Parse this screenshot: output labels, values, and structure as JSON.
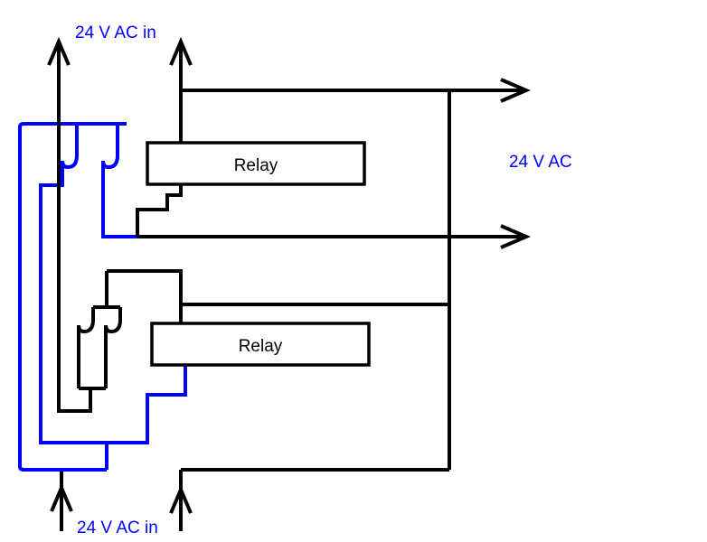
{
  "diagram": {
    "labels": {
      "top_input": "24 V AC in",
      "bottom_input": "24 V AC in",
      "output": "24 V AC"
    },
    "relays": [
      {
        "label": "Relay"
      },
      {
        "label": "Relay"
      }
    ],
    "colors": {
      "wire_black": "#000000",
      "wire_blue": "#0000ff",
      "label_blue": "#0000ff",
      "box_fill": "#ffffff",
      "background": "#ffffff",
      "text_black": "#000000"
    },
    "icons": {
      "input_arrow": "up-arrowhead",
      "output_arrow": "right-arrowhead",
      "relay_contact": "hook"
    }
  }
}
